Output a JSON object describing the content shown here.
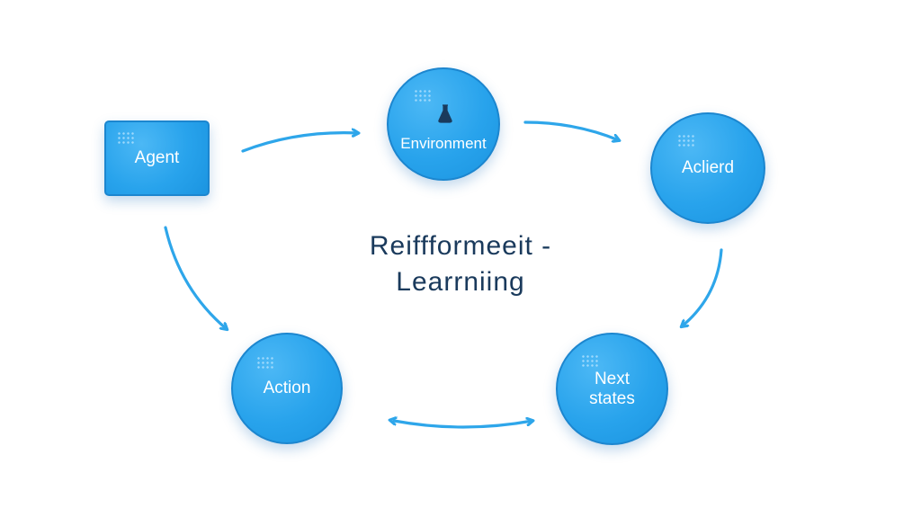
{
  "title": {
    "line1": "Reiffformeeit -",
    "line2": "Learrniing"
  },
  "nodes": {
    "agent": "Agent",
    "environment": "Environment",
    "aclierd": "Aclierd",
    "action": "Action",
    "next_states": "Next\nstates"
  },
  "colors": {
    "node_fill": "#28a3ec",
    "arrow": "#2ea6ea",
    "title_text": "#1a3a5c"
  },
  "icons": {
    "environment": "flask-icon"
  }
}
